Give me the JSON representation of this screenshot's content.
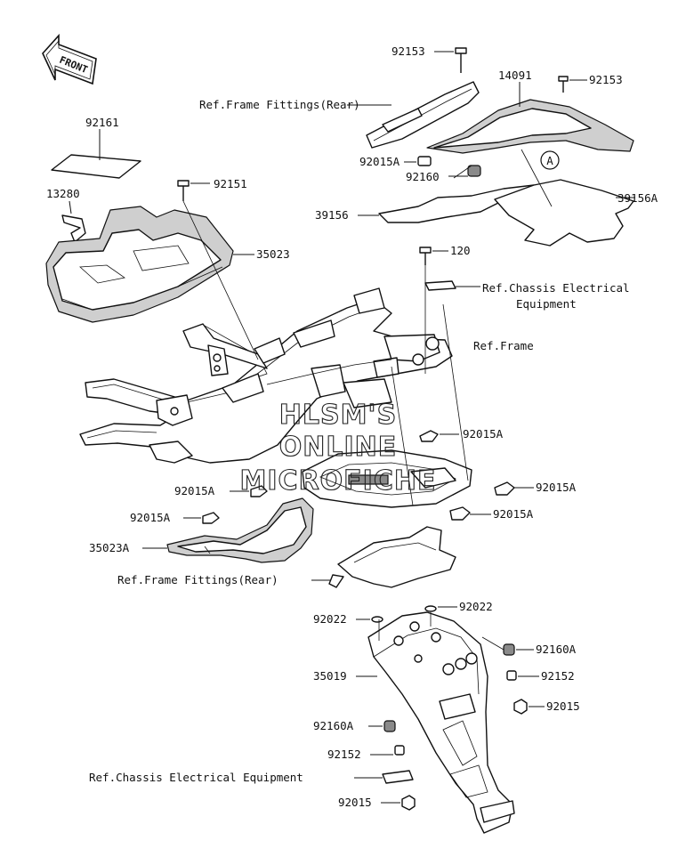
{
  "front_arrow": {
    "label": "FRONT",
    "icon": "front-arrow-icon"
  },
  "watermark": [
    "HLSM'S",
    "ONLINE",
    "MICROFICHE"
  ],
  "callout_circle": "A",
  "labels": {
    "p92153_top": "92153",
    "p14091": "14091",
    "p92153_right": "92153",
    "ref_frame_fittings_rear_top": "Ref.Frame Fittings(Rear)",
    "p92161": "92161",
    "p92015A_upper": "92015A",
    "p92160": "92160",
    "p13280": "13280",
    "p92151": "92151",
    "p39156": "39156",
    "p39156A": "39156A",
    "p35023": "35023",
    "p120": "120",
    "ref_chassis_electrical": "Ref.Chassis Electrical",
    "ref_chassis_equipment": "Equipment",
    "ref_frame": "Ref.Frame",
    "p92015A_mid": "92015A",
    "p92015A_left1": "92015A",
    "p92015A_right1": "92015A",
    "p92015A_left2": "92015A",
    "p92015A_right2": "92015A",
    "p35023A": "35023A",
    "ref_frame_fittings_rear_bottom": "Ref.Frame Fittings(Rear)",
    "p92022_left": "92022",
    "p92022_right": "92022",
    "p92160A_right": "92160A",
    "p35019": "35019",
    "p92152_right": "92152",
    "p92015_right": "92015",
    "p92160A_left": "92160A",
    "p92152_left": "92152",
    "ref_chassis_electrical_equipment": "Ref.Chassis Electrical Equipment",
    "p92015_bottom": "92015"
  }
}
